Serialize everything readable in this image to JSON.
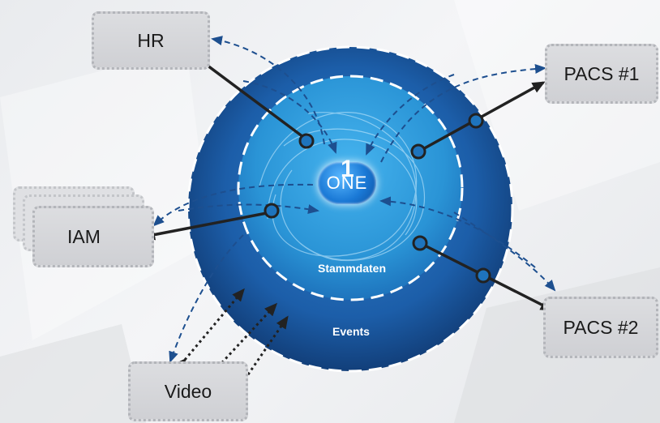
{
  "nodes": {
    "hr": "HR",
    "pacs1": "PACS #1",
    "iam": "IAM",
    "pacs2": "PACS #2",
    "video": "Video"
  },
  "rings": {
    "inner": "Stammdaten",
    "outer": "Events"
  },
  "logo": {
    "text": "ONE",
    "digit": "1"
  },
  "colors": {
    "outer_ring": "#1f5fa8",
    "inner_ring": "#2b93d6",
    "dashed_arrow": "#1d4f8f",
    "solid_connector": "#222222",
    "node_fill": "#d6d7da"
  }
}
